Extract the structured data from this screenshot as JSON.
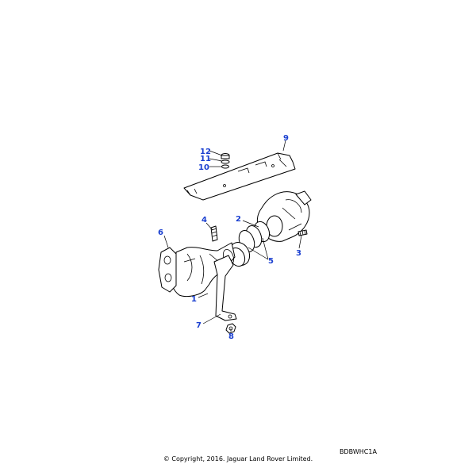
{
  "callouts": {
    "c1": "1",
    "c2": "2",
    "c3": "3",
    "c4": "4",
    "c5": "5",
    "c6": "6",
    "c7": "7",
    "c8": "8",
    "c9": "9",
    "c10": "10",
    "c11": "11",
    "c12": "12"
  },
  "illustration_code": "BDBWHC1A",
  "copyright": "© Copyright, 2016. Jaguar Land Rover Limited.",
  "colors": {
    "callout": "#1a3fd0",
    "line": "#000000",
    "background": "#ffffff"
  }
}
